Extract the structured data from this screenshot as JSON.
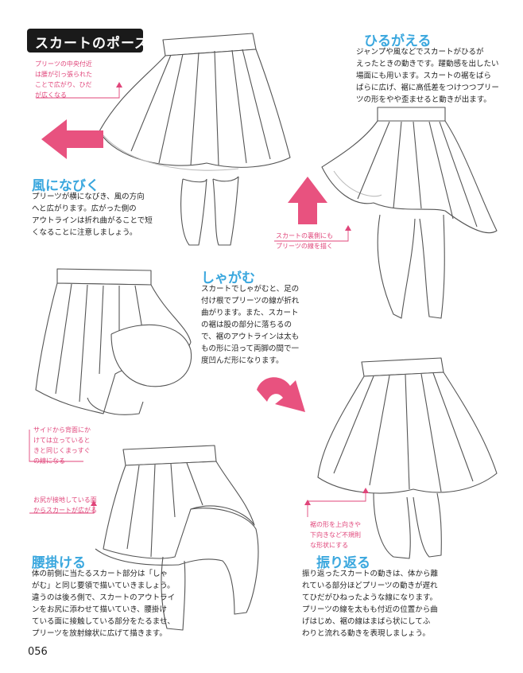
{
  "title": "スカートのポーズ",
  "sections": {
    "flutter": {
      "heading": "ひるがえる",
      "body": [
        "ジャンプや風などでスカートがひるが",
        "えったときの動きです。躍動感を出したい",
        "場面にも用います。スカートの裾をばら",
        "ばらに広げ、裾に高低差をつけつつプリー",
        "ツの形をやや歪ませると動きが出ます。"
      ],
      "note": [
        "スカートの裏側にも",
        "プリーツの線を描く"
      ]
    },
    "wind": {
      "heading": "風になびく",
      "body": [
        "プリーツが横になびき、風の方向",
        "へと広がります。広がった側の",
        "アウトラインは折れ曲がることで短",
        "くなることに注意しましょう。"
      ],
      "note": [
        "プリーツの中央付近",
        "は腰が引っ張られた",
        "ことで広がり、ひだ",
        "が広くなる"
      ]
    },
    "crouch": {
      "heading": "しゃがむ",
      "body": [
        "スカートでしゃがむと、足の",
        "付け根でプリーツの線が折れ",
        "曲がります。また、スカート",
        "の裾は股の部分に落ちるの",
        "で、裾のアウトラインは太も",
        "もの形に沿って両脚の間で一",
        "度凹んだ形になります。"
      ],
      "note": [
        "サイドから背面にか",
        "けては立っていると",
        "きと同じくまっすぐ",
        "の線になる"
      ]
    },
    "sit": {
      "heading": "腰掛ける",
      "body": [
        "体の前側に当たるスカート部分は「しゃ",
        "がむ」と同じ要領で描いていきましょう。",
        "違うのは後ろ側で、スカートのアウトライ",
        "ンをお尻に添わせて描いていき、腰掛け",
        "ている面に接触している部分をたるませ、",
        "プリーツを放射線状に広げて描きます。"
      ],
      "note": [
        "お尻が接地している面",
        "からスカートが広がる"
      ]
    },
    "turn": {
      "heading": "振り返る",
      "body": [
        "振り返ったスカートの動きは、体から離",
        "れている部分ほどプリーツの動きが遅れ",
        "てひだがひねったような線になります。",
        "プリーツの線を太もも付近の位置から曲",
        "げはじめ、裾の線はまばら状にしてふ",
        "わりと流れる動きを表現しましょう。"
      ],
      "note": [
        "裾の形を上向きや",
        "下向きなど不規則",
        "な形状にする"
      ]
    }
  },
  "page_number": "056",
  "colors": {
    "heading": "#3aa7de",
    "note": "#e0457a",
    "arrow": "#e8527f",
    "title_bg": "#1a1a1a"
  }
}
